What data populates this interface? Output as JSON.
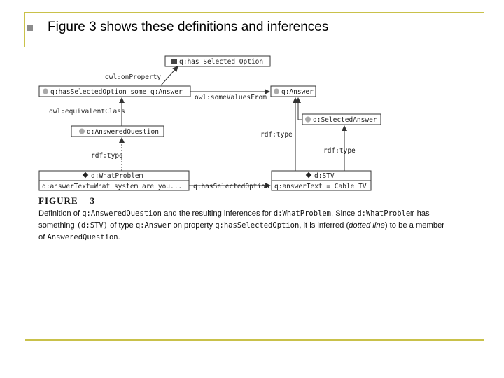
{
  "slide": {
    "bullet_text": "Figure 3 shows these definitions and inferences"
  },
  "figure": {
    "nodes": {
      "has_selected_option": "q:has Selected Option",
      "restriction": "q:hasSelectedOption some q:Answer",
      "answer": "q:Answer",
      "selected_answer": "q:SelectedAnswer",
      "answered_question": "q:AnsweredQuestion",
      "what_problem": "d:WhatProblem",
      "what_problem_text": "q:answerText=What system are you...",
      "stv": "d:STV",
      "stv_text": "q:answerText = Cable TV"
    },
    "edges": {
      "on_property": "owl:onProperty",
      "some_values_from": "owl:someValuesFrom",
      "equivalent_class": "owl:equivalentClass",
      "rdf_type_left": "rdf:type",
      "rdf_type_mid": "rdf:type",
      "rdf_type_right": "rdf:type",
      "has_selected_option_edge": "q:hasSelectedOption"
    },
    "label_word": "FIGURE",
    "label_num": "3",
    "caption": {
      "t1": "Definition of ",
      "c1": "q:AnsweredQuestion",
      "t2": " and the resulting inferences for ",
      "c2": "d:WhatProblem",
      "t3": ". Since ",
      "c3": "d:WhatProblem",
      "t4": " has something ",
      "c4": "(d:STV)",
      "t5": " of type ",
      "c5": "q:Answer",
      "t6": " on property ",
      "c6": "q:hasSelectedOption",
      "t7": ", it is inferred (",
      "t8": "dotted line",
      "t9": ") to be a member of ",
      "c7": "AnsweredQuestion",
      "t10": "."
    }
  }
}
